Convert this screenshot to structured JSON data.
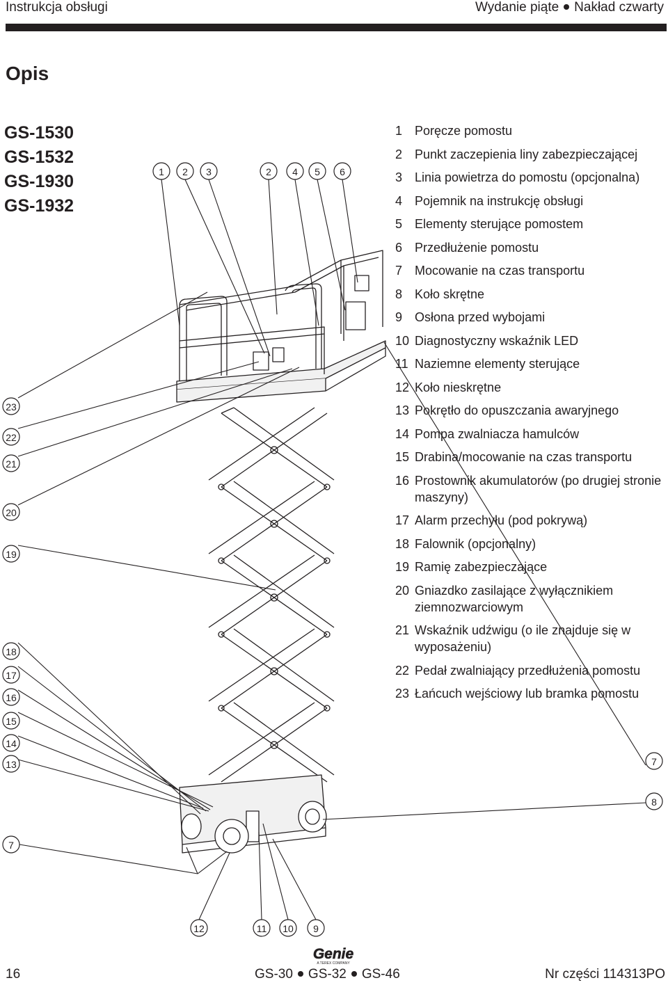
{
  "header": {
    "left": "Instrukcja obsługi",
    "right_a": "Wydanie piąte",
    "right_b": "Nakład czwarty"
  },
  "section_title": "Opis",
  "models": [
    "GS-1530",
    "GS-1532",
    "GS-1930",
    "GS-1932"
  ],
  "legend": [
    {
      "num": "1",
      "text": "Poręcze pomostu"
    },
    {
      "num": "2",
      "text": "Punkt zaczepienia liny zabezpieczającej"
    },
    {
      "num": "3",
      "text": "Linia powietrza do pomostu (opcjonalna)"
    },
    {
      "num": "4",
      "text": "Pojemnik na instrukcję obsługi"
    },
    {
      "num": "5",
      "text": "Elementy sterujące pomostem"
    },
    {
      "num": "6",
      "text": "Przedłużenie pomostu"
    },
    {
      "num": "7",
      "text": "Mocowanie na czas transportu"
    },
    {
      "num": "8",
      "text": "Koło skrętne"
    },
    {
      "num": "9",
      "text": "Osłona przed wybojami"
    },
    {
      "num": "10",
      "text": "Diagnostyczny wskaźnik LED"
    },
    {
      "num": "11",
      "text": "Naziemne elementy sterujące"
    },
    {
      "num": "12",
      "text": "Koło nieskrętne"
    },
    {
      "num": "13",
      "text": "Pokrętło do opuszczania awaryjnego"
    },
    {
      "num": "14",
      "text": "Pompa zwalniacza hamulców"
    },
    {
      "num": "15",
      "text": "Drabina/mocowanie na czas transportu"
    },
    {
      "num": "16",
      "text": "Prostownik akumulatorów (po drugiej stronie maszyny)"
    },
    {
      "num": "17",
      "text": "Alarm przechyłu (pod pokrywą)"
    },
    {
      "num": "18",
      "text": "Falownik (opcjonalny)"
    },
    {
      "num": "19",
      "text": "Ramię zabezpieczające"
    },
    {
      "num": "20",
      "text": "Gniazdko zasilające z wyłącznikiem ziemnozwarciowym"
    },
    {
      "num": "21",
      "text": "Wskaźnik udźwigu (o ile znajduje się w wyposażeniu)"
    },
    {
      "num": "22",
      "text": "Pedał zwalniający przedłużenia pomostu"
    },
    {
      "num": "23",
      "text": "Łańcuch wejściowy lub bramka pomostu"
    }
  ],
  "callouts": {
    "top": [
      "1",
      "2",
      "3",
      "2",
      "4",
      "5",
      "6"
    ],
    "left": [
      "23",
      "22",
      "21",
      "20",
      "19",
      "18",
      "17",
      "16",
      "15",
      "14",
      "13"
    ],
    "left_bottom": "7",
    "right": [
      "7",
      "8"
    ],
    "bottom": [
      "12",
      "11",
      "10",
      "9"
    ]
  },
  "logo": {
    "name": "Genie",
    "sub": "A TEREX COMPANY"
  },
  "footer": {
    "page": "16",
    "models_a": "GS-30",
    "models_b": "GS-32",
    "models_c": "GS-46",
    "part_label": "Nr części",
    "part_no": "114313PO"
  },
  "colors": {
    "ink": "#231f20",
    "machine_fill": "#f1f1f1"
  }
}
